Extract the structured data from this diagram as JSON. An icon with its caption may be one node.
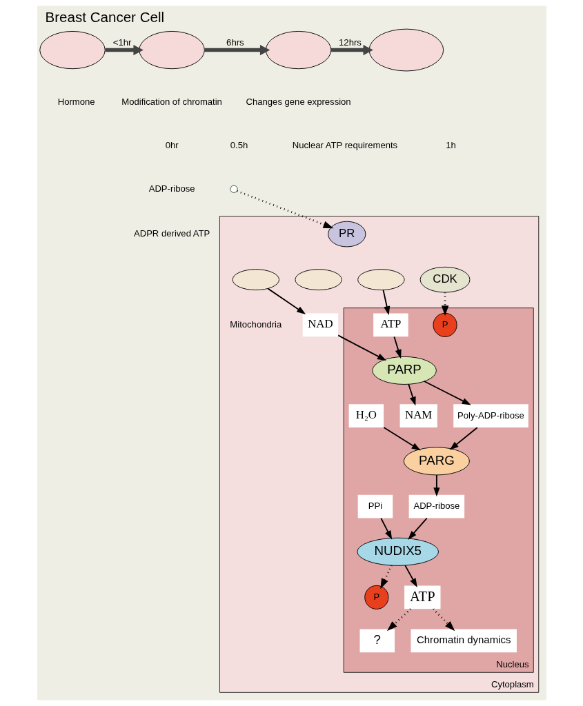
{
  "diagram": {
    "title": "Breast Cancer Cell",
    "nodes": [
      {
        "text": [],
        "shape": "circle"
      },
      {
        "text": [],
        "shape": "circle",
        "beside": [
          "Modification of chromatin"
        ]
      },
      {
        "text": [],
        "shape": "circle",
        "beside": [
          "Changes gene expression"
        ]
      },
      {
        "text": [],
        "shape": "circle"
      },
      {
        "text": [
          "Cytoplasm"
        ]
      },
      {
        "text": [
          "Nucleus"
        ],
        "in": 4
      },
      {
        "text": [],
        "shape": "circle",
        "in": 4,
        "beside": [
          "Mitochondria"
        ]
      },
      {
        "text": [],
        "shape": "circle",
        "in": 4
      },
      {
        "text": [],
        "shape": "circle",
        "in": 4
      },
      {
        "text": [
          "NAD"
        ],
        "in": 4
      },
      {
        "text": [],
        "shape": "circle"
      },
      {
        "text": [
          "PR"
        ],
        "in": 4
      },
      {
        "text": [
          "CDK"
        ],
        "in": 4
      },
      {
        "text": [
          "ATP"
        ],
        "in": 5
      },
      {
        "text": [
          "PARP"
        ],
        "in": 5
      },
      {
        "text": [
          "P"
        ],
        "in": 5
      },
      {
        "text": [
          "NAM"
        ],
        "in": 5
      },
      {
        "text": [
          "Poly-ADP-ribose"
        ],
        "in": 5
      },
      {
        "text": [
          "PARG"
        ],
        "in": 5
      },
      {
        "text": [
          "H₂O"
        ],
        "in": 5
      },
      {
        "text": [
          "ADP-ribose"
        ],
        "in": 5
      },
      {
        "text": [
          "PPi"
        ],
        "in": 5
      },
      {
        "text": [
          "NUDIX5"
        ],
        "in": 5
      },
      {
        "text": [
          "P"
        ],
        "in": 5
      },
      {
        "text": [
          "ATP"
        ],
        "in": 5
      },
      {
        "text": [
          "?"
        ],
        "in": 5
      },
      {
        "text": [
          "Chromatin dynamics"
        ],
        "in": 5
      }
    ],
    "edges": [
      {
        "from": 0,
        "to": 1,
        "arrow": "to",
        "label": "<1hr",
        "style": "thick"
      },
      {
        "from": 1,
        "to": 2,
        "arrow": "to",
        "label": "6hrs",
        "style": "thick"
      },
      {
        "from": 2,
        "to": 3,
        "arrow": "to",
        "label": "12hrs",
        "style": "thick"
      },
      {
        "from": 6,
        "to": 9,
        "arrow": "to"
      },
      {
        "from": 8,
        "to": 13,
        "arrow": "to"
      },
      {
        "from": 9,
        "to": 14,
        "arrow": "to"
      },
      {
        "from": 13,
        "to": 14,
        "arrow": "to"
      },
      {
        "from": 14,
        "to": 16,
        "arrow": "to"
      },
      {
        "from": 10,
        "to": 11,
        "arrow": "to",
        "style": "dashed"
      },
      {
        "from": 12,
        "to": 15,
        "arrow": "to",
        "style": "dashed"
      },
      {
        "from": 14,
        "to": 17,
        "arrow": "to"
      },
      {
        "from": 17,
        "to": 18,
        "arrow": "to"
      },
      {
        "from": 19,
        "to": 18,
        "arrow": "to"
      },
      {
        "from": 18,
        "to": 20,
        "arrow": "to"
      },
      {
        "from": 20,
        "to": 22,
        "arrow": "to"
      },
      {
        "from": 21,
        "to": 22,
        "arrow": "to"
      },
      {
        "from": 22,
        "to": 23,
        "arrow": "to",
        "style": "dashed"
      },
      {
        "from": 22,
        "to": 24,
        "arrow": "to"
      },
      {
        "from": 24,
        "to": 25,
        "arrow": "to",
        "style": "dashed"
      },
      {
        "from": 24,
        "to": 26,
        "arrow": "to",
        "style": "dashed"
      }
    ],
    "labels": [
      "Hormone",
      "0hr",
      "0.5h",
      "Nuclear ATP requirements",
      "1h",
      "ADP-ribose",
      "ADPR derived ATP"
    ]
  }
}
